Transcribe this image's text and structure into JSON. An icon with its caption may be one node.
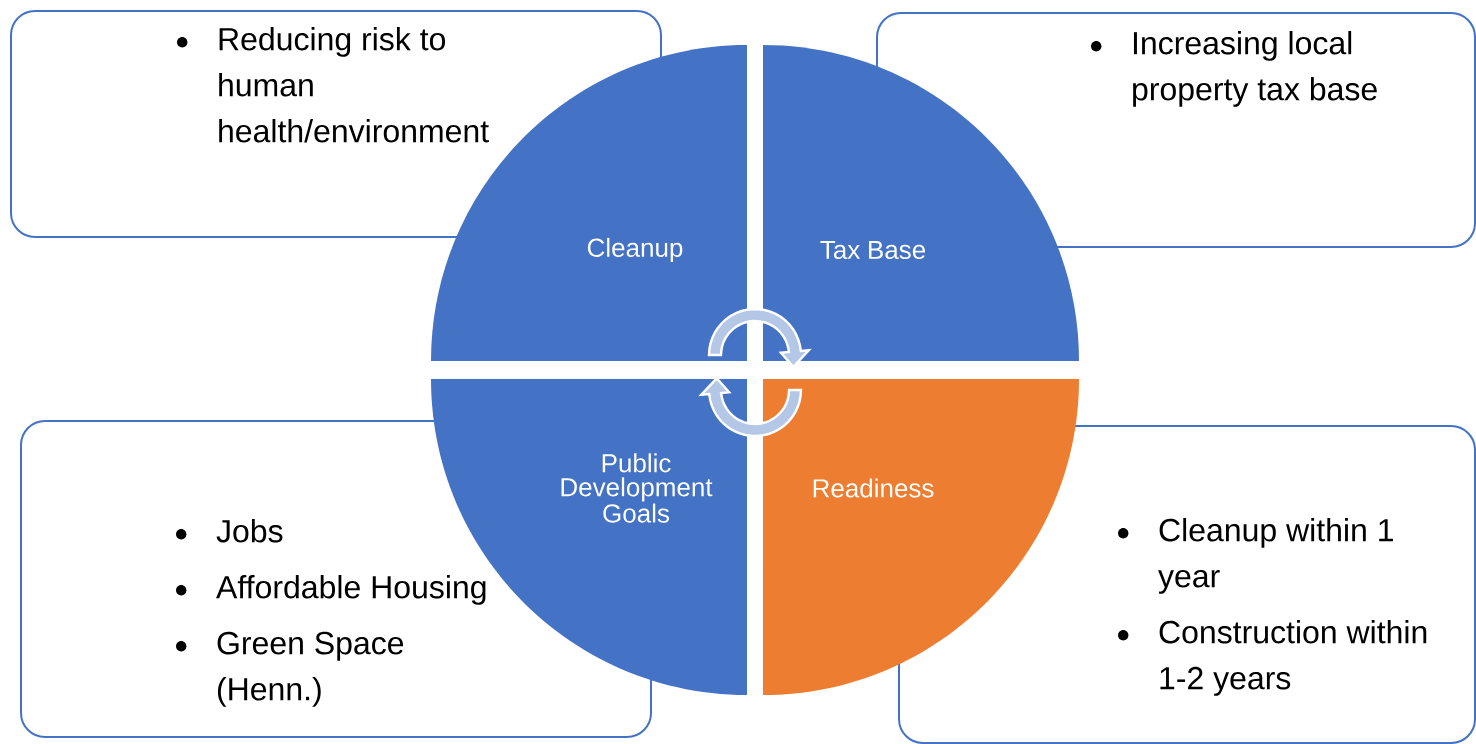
{
  "diagram": {
    "nodes": [
      {
        "text": [
          "Reducing risk to human health/environment"
        ]
      },
      {
        "text": [
          "Cleanup"
        ]
      },
      {
        "text": [
          "Tax Base"
        ]
      },
      {
        "text": [
          "Increasing local property tax base"
        ]
      },
      {
        "text": [
          "Public Development Goals"
        ]
      },
      {
        "text": [
          "Readiness"
        ]
      },
      {
        "text": [
          "Jobs",
          "Affordable Housing",
          "Green Space (Henn.)"
        ]
      },
      {
        "text": [
          "Cleanup within 1 year",
          "Construction within 1-2 years"
        ]
      }
    ],
    "edges": [
      {
        "from": 1,
        "to": 2,
        "arrow": "to"
      },
      {
        "from": 5,
        "to": 4,
        "arrow": "to"
      }
    ]
  }
}
